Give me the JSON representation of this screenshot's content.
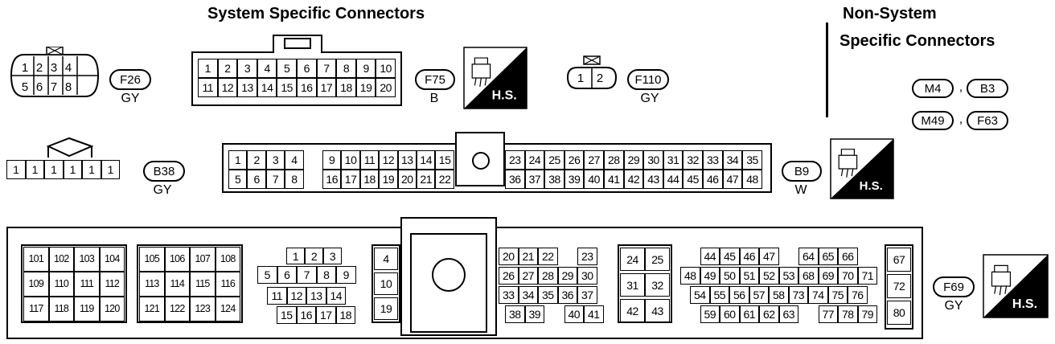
{
  "headings": {
    "system_specific": "System Specific Connectors",
    "non_system_line1": "Non-System",
    "non_system_line2": "Specific Connectors"
  },
  "hs_label": "H.S.",
  "connectors": {
    "f26": {
      "id": "F26",
      "color": "GY",
      "pins_row1": [
        "1",
        "2",
        "3",
        "4"
      ],
      "pins_row2": [
        "5",
        "6",
        "7",
        "8"
      ]
    },
    "f75": {
      "id": "F75",
      "color": "B",
      "pins_row1": [
        "1",
        "2",
        "3",
        "4",
        "5",
        "6",
        "7",
        "8",
        "9",
        "10"
      ],
      "pins_row2": [
        "11",
        "12",
        "13",
        "14",
        "15",
        "16",
        "17",
        "18",
        "19",
        "20"
      ]
    },
    "f110": {
      "id": "F110",
      "color": "GY",
      "pins": [
        "1",
        "2"
      ]
    },
    "b38": {
      "id": "B38",
      "color": "GY",
      "pins": [
        "1",
        "1",
        "1",
        "1",
        "1",
        "1"
      ]
    },
    "b9": {
      "id": "B9",
      "color": "W",
      "left_row1": [
        "1",
        "2",
        "3",
        "4",
        "",
        "9",
        "10",
        "11",
        "12",
        "13",
        "14",
        "15"
      ],
      "left_row2": [
        "5",
        "6",
        "7",
        "8",
        "",
        "16",
        "17",
        "18",
        "19",
        "20",
        "21",
        "22"
      ],
      "right_row1": [
        "23",
        "24",
        "25",
        "26",
        "27",
        "28",
        "29",
        "30",
        "31",
        "32",
        "33",
        "34",
        "35"
      ],
      "right_row2": [
        "36",
        "37",
        "38",
        "39",
        "40",
        "41",
        "42",
        "43",
        "44",
        "45",
        "46",
        "47",
        "48"
      ]
    },
    "f69": {
      "id": "F69",
      "color": "GY",
      "block_a": [
        [
          "101",
          "102",
          "103",
          "104"
        ],
        [
          "109",
          "110",
          "111",
          "112"
        ],
        [
          "117",
          "118",
          "119",
          "120"
        ]
      ],
      "block_b": [
        [
          "105",
          "106",
          "107",
          "108"
        ],
        [
          "113",
          "114",
          "115",
          "116"
        ],
        [
          "121",
          "122",
          "123",
          "124"
        ]
      ],
      "block_c": [
        [
          "1",
          "2",
          "3"
        ],
        [
          "5",
          "6",
          "7",
          "8",
          "9"
        ],
        [
          "11",
          "12",
          "13",
          "14"
        ],
        [
          "15",
          "16",
          "17",
          "18"
        ]
      ],
      "block_d": [
        "4",
        "10",
        "19"
      ],
      "block_e": [
        [
          "20",
          "21",
          "22",
          "",
          "23"
        ],
        [
          "26",
          "27",
          "28",
          "29",
          "30"
        ],
        [
          "33",
          "34",
          "35",
          "36",
          "37"
        ],
        [
          "38",
          "39",
          "",
          "40",
          "41"
        ]
      ],
      "block_f": [
        [
          "24",
          "25"
        ],
        [
          "31",
          "32"
        ],
        [
          "42",
          "43"
        ]
      ],
      "block_g": [
        [
          "",
          "44",
          "45",
          "46",
          "47",
          "",
          "64",
          "65",
          "66"
        ],
        [
          "48",
          "49",
          "50",
          "51",
          "52",
          "53",
          "68",
          "69",
          "70",
          "71"
        ],
        [
          "54",
          "55",
          "56",
          "57",
          "58",
          "73",
          "74",
          "75",
          "76"
        ],
        [
          "",
          "59",
          "60",
          "61",
          "62",
          "63",
          "",
          "77",
          "78",
          "79"
        ]
      ],
      "block_h": [
        "67",
        "72",
        "80"
      ]
    }
  },
  "non_system_tags": {
    "row1": [
      "M4",
      "B3"
    ],
    "row2": [
      "M49",
      "F63"
    ],
    "separator": ","
  }
}
